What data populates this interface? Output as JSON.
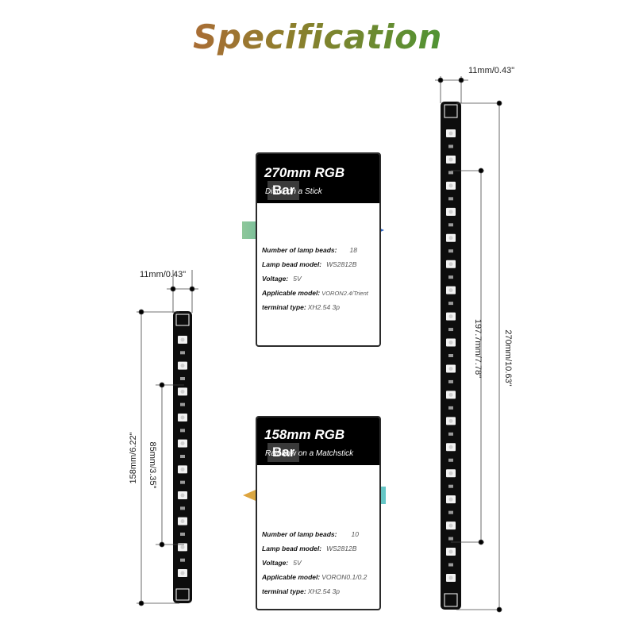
{
  "title": "Specification",
  "card_270": {
    "title": "270mm RGB",
    "title_suffix": "Bar",
    "subtitle": "Disco on a Stick",
    "specs": [
      {
        "key": "Number of lamp beads:",
        "value": "18"
      },
      {
        "key": "Lamp bead model:",
        "value": "WS2812B"
      },
      {
        "key": "Voltage:",
        "value": "5V"
      },
      {
        "key": "Applicable model:",
        "value": "VORON2.4/Trient"
      },
      {
        "key": "terminal type:",
        "value": "XH2.54 3p"
      }
    ]
  },
  "card_158": {
    "title": "158mm RGB",
    "title_suffix": "Bar",
    "subtitle": "Rainbow on a Matchstick",
    "specs": [
      {
        "key": "Number of lamp beads:",
        "value": "10"
      },
      {
        "key": "Lamp bead model:",
        "value": "WS2812B"
      },
      {
        "key": "Voltage:",
        "value": "5V"
      },
      {
        "key": "Applicable model:",
        "value": "VORON0.1/0.2"
      },
      {
        "key": "terminal type:",
        "value": "XH2.54 3p"
      }
    ]
  },
  "dims_left": {
    "width": "11mm/0.43\"",
    "length": "158mm/6.22\"",
    "pitch": "85mm/3.35\""
  },
  "dims_right": {
    "width": "11mm/0.43\"",
    "length": "270mm/10.63\"",
    "pitch": "197.7mm/7.78\""
  },
  "colors": {
    "title_start": "#c9463e",
    "title_end": "#2e9e44",
    "arrow_a": "#3fa8a0",
    "arrow_b": "#2a6cc0"
  }
}
